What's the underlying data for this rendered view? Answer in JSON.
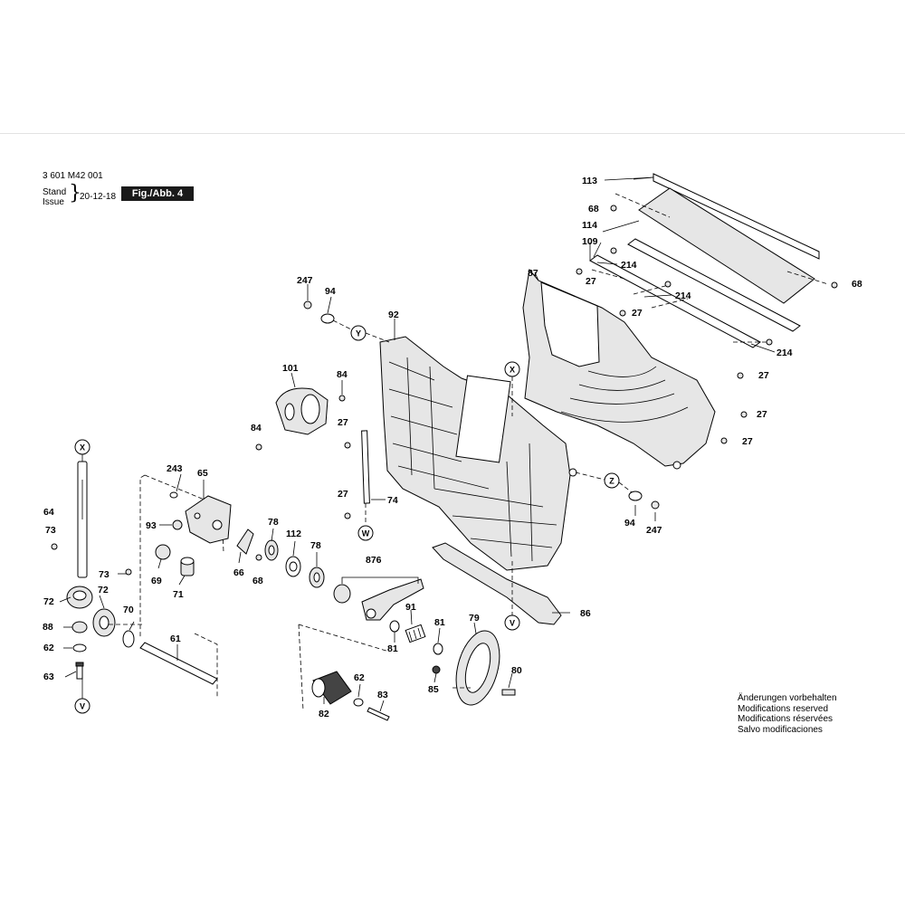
{
  "header": {
    "model_number": "3 601 M42 001",
    "stand_label": "Stand",
    "issue_label": "Issue",
    "date": "20-12-18",
    "figure_label": "Fig./Abb. 4"
  },
  "notes": [
    "Änderungen vorbehalten",
    "Modifications reserved",
    "Modifications réservées",
    "Salvo modificaciones"
  ],
  "callouts": [
    {
      "id": "c113",
      "label": "113"
    },
    {
      "id": "c68a",
      "label": "68"
    },
    {
      "id": "c114",
      "label": "114"
    },
    {
      "id": "c109",
      "label": "109"
    },
    {
      "id": "c214a",
      "label": "214"
    },
    {
      "id": "c214b",
      "label": "214"
    },
    {
      "id": "c214c",
      "label": "214"
    },
    {
      "id": "c68b",
      "label": "68"
    },
    {
      "id": "c87",
      "label": "87"
    },
    {
      "id": "c27a",
      "label": "27"
    },
    {
      "id": "c27b",
      "label": "27"
    },
    {
      "id": "c27c",
      "label": "27"
    },
    {
      "id": "c27d",
      "label": "27"
    },
    {
      "id": "c27e",
      "label": "27"
    },
    {
      "id": "c247a",
      "label": "247"
    },
    {
      "id": "c94a",
      "label": "94"
    },
    {
      "id": "c92",
      "label": "92"
    },
    {
      "id": "c101",
      "label": "101"
    },
    {
      "id": "c84a",
      "label": "84"
    },
    {
      "id": "c84b",
      "label": "84"
    },
    {
      "id": "c27f",
      "label": "27"
    },
    {
      "id": "c27g",
      "label": "27"
    },
    {
      "id": "c74",
      "label": "74"
    },
    {
      "id": "c94b",
      "label": "94"
    },
    {
      "id": "c247b",
      "label": "247"
    },
    {
      "id": "c243",
      "label": "243"
    },
    {
      "id": "c65",
      "label": "65"
    },
    {
      "id": "c93",
      "label": "93"
    },
    {
      "id": "c69",
      "label": "69"
    },
    {
      "id": "c71",
      "label": "71"
    },
    {
      "id": "c66",
      "label": "66"
    },
    {
      "id": "c68c",
      "label": "68"
    },
    {
      "id": "c78a",
      "label": "78"
    },
    {
      "id": "c112",
      "label": "112"
    },
    {
      "id": "c78b",
      "label": "78"
    },
    {
      "id": "c876",
      "label": "876"
    },
    {
      "id": "c91",
      "label": "91"
    },
    {
      "id": "c81a",
      "label": "81"
    },
    {
      "id": "c81b",
      "label": "81"
    },
    {
      "id": "c79",
      "label": "79"
    },
    {
      "id": "c86",
      "label": "86"
    },
    {
      "id": "c80",
      "label": "80"
    },
    {
      "id": "c85",
      "label": "85"
    },
    {
      "id": "c62a",
      "label": "62"
    },
    {
      "id": "c83",
      "label": "83"
    },
    {
      "id": "c82",
      "label": "82"
    },
    {
      "id": "c64",
      "label": "64"
    },
    {
      "id": "c73a",
      "label": "73"
    },
    {
      "id": "c73b",
      "label": "73"
    },
    {
      "id": "c72a",
      "label": "72"
    },
    {
      "id": "c72b",
      "label": "72"
    },
    {
      "id": "c70",
      "label": "70"
    },
    {
      "id": "c88",
      "label": "88"
    },
    {
      "id": "c62b",
      "label": "62"
    },
    {
      "id": "c61",
      "label": "61"
    },
    {
      "id": "c63",
      "label": "63"
    }
  ],
  "reference_markers": [
    {
      "id": "rX1",
      "label": "X"
    },
    {
      "id": "rX2",
      "label": "X"
    },
    {
      "id": "rY",
      "label": "Y"
    },
    {
      "id": "rZ",
      "label": "Z"
    },
    {
      "id": "rW",
      "label": "W"
    },
    {
      "id": "rV1",
      "label": "V"
    },
    {
      "id": "rV2",
      "label": "V"
    }
  ]
}
